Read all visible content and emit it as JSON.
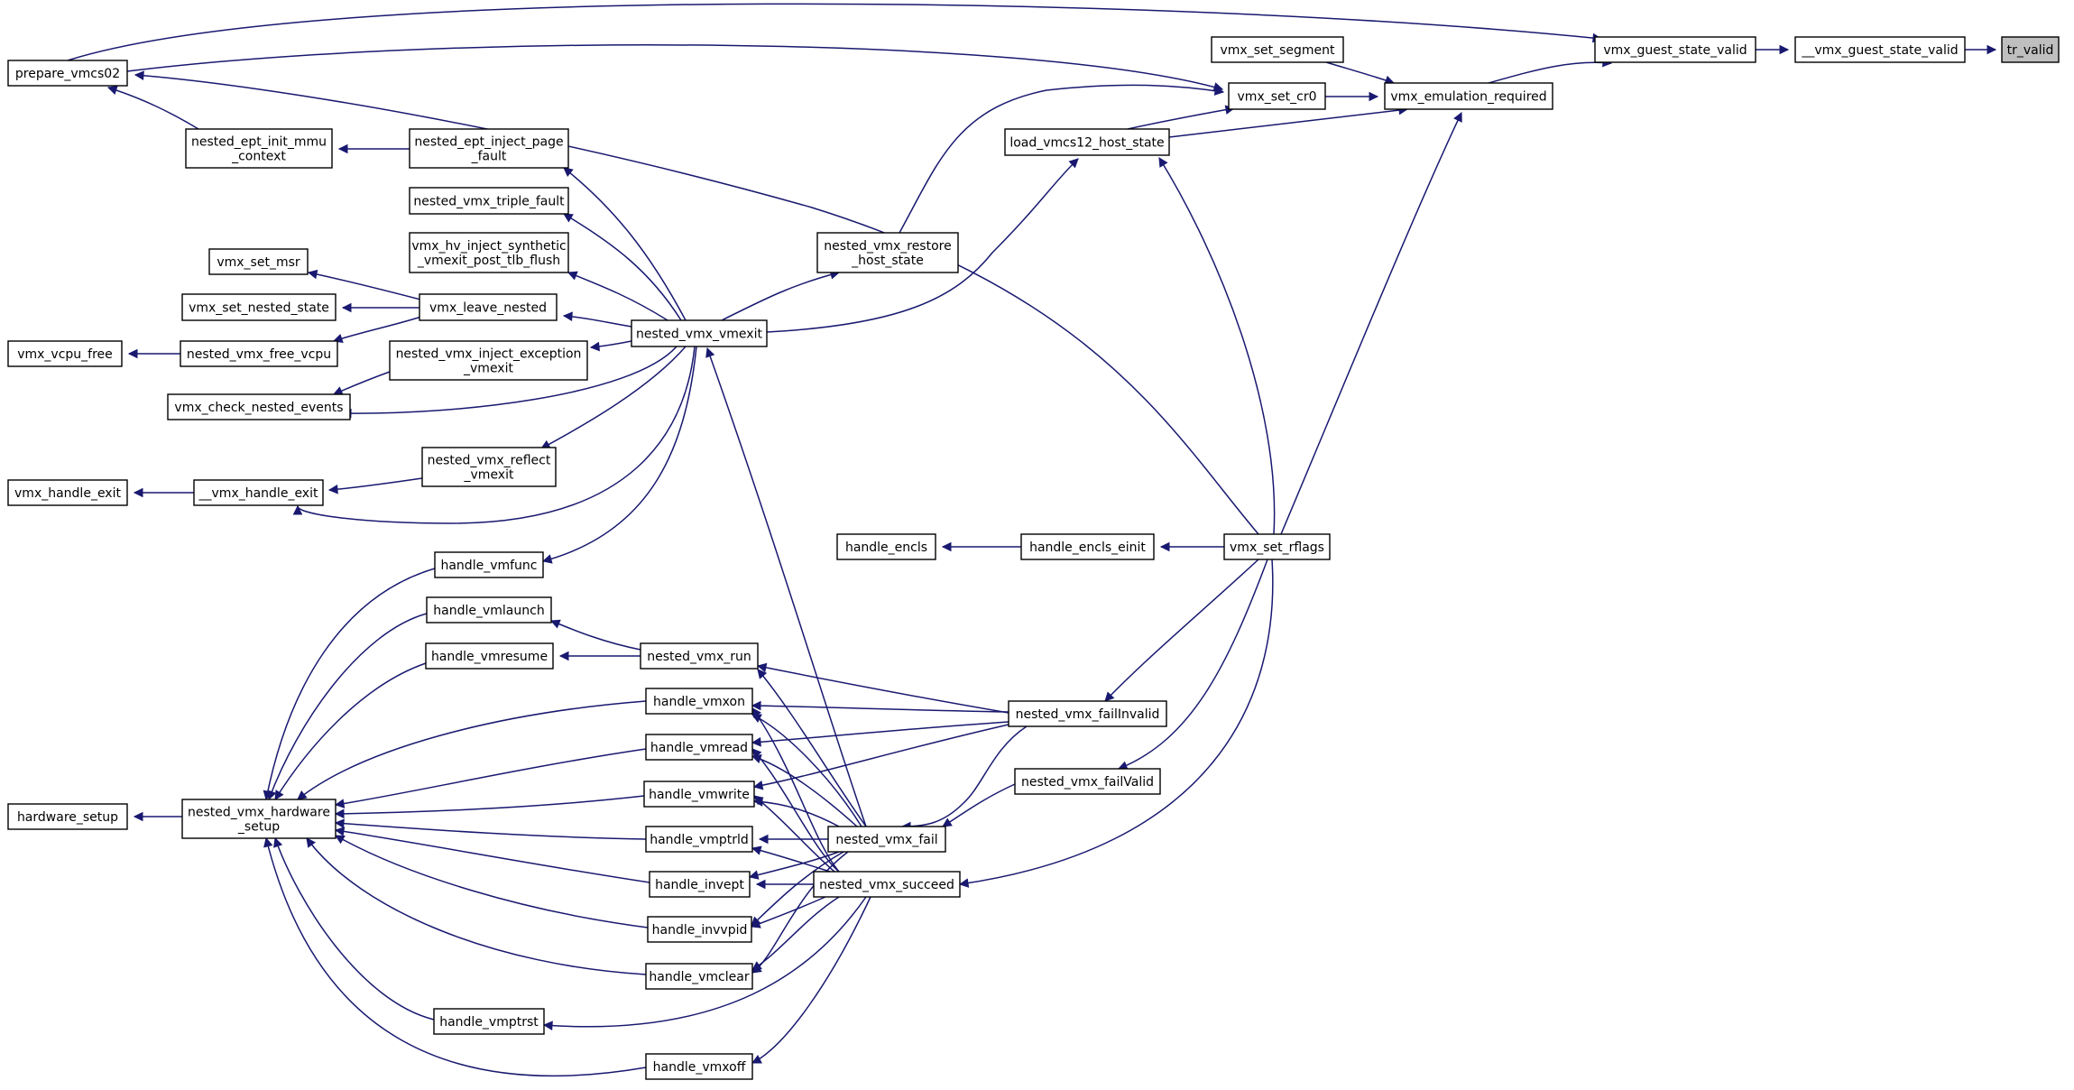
{
  "graph": {
    "title": "",
    "colors": {
      "edge": "#191970",
      "node_border": "#000000",
      "node_fill": "#ffffff",
      "highlight_fill": "#bfbfbf"
    },
    "nodes": [
      {
        "id": "tr_valid",
        "lines": [
          "tr_valid"
        ],
        "highlight": true
      },
      {
        "id": "__vmx_guest_state_valid",
        "lines": [
          "__vmx_guest_state_valid"
        ]
      },
      {
        "id": "vmx_guest_state_valid",
        "lines": [
          "vmx_guest_state_valid"
        ]
      },
      {
        "id": "prepare_vmcs02",
        "lines": [
          "prepare_vmcs02"
        ]
      },
      {
        "id": "vmx_emulation_required",
        "lines": [
          "vmx_emulation_required"
        ]
      },
      {
        "id": "vmx_set_segment",
        "lines": [
          "vmx_set_segment"
        ]
      },
      {
        "id": "vmx_set_cr0",
        "lines": [
          "vmx_set_cr0"
        ]
      },
      {
        "id": "load_vmcs12_host_state",
        "lines": [
          "load_vmcs12_host_state"
        ]
      },
      {
        "id": "nested_ept_init_mmu_context",
        "lines": [
          "nested_ept_init_mmu",
          "_context"
        ]
      },
      {
        "id": "nested_ept_inject_page_fault",
        "lines": [
          "nested_ept_inject_page",
          "_fault"
        ]
      },
      {
        "id": "nested_vmx_triple_fault",
        "lines": [
          "nested_vmx_triple_fault"
        ]
      },
      {
        "id": "vmx_hv_inject_synthetic_vmexit_post_tlb_flush",
        "lines": [
          "vmx_hv_inject_synthetic",
          "_vmexit_post_tlb_flush"
        ]
      },
      {
        "id": "nested_vmx_restore_host_state",
        "lines": [
          "nested_vmx_restore",
          "_host_state"
        ]
      },
      {
        "id": "vmx_set_msr",
        "lines": [
          "vmx_set_msr"
        ]
      },
      {
        "id": "vmx_set_nested_state",
        "lines": [
          "vmx_set_nested_state"
        ]
      },
      {
        "id": "vmx_leave_nested",
        "lines": [
          "vmx_leave_nested"
        ]
      },
      {
        "id": "nested_vmx_vmexit",
        "lines": [
          "nested_vmx_vmexit"
        ]
      },
      {
        "id": "vmx_vcpu_free",
        "lines": [
          "vmx_vcpu_free"
        ]
      },
      {
        "id": "nested_vmx_free_vcpu",
        "lines": [
          "nested_vmx_free_vcpu"
        ]
      },
      {
        "id": "nested_vmx_inject_exception_vmexit",
        "lines": [
          "nested_vmx_inject_exception",
          "_vmexit"
        ]
      },
      {
        "id": "vmx_check_nested_events",
        "lines": [
          "vmx_check_nested_events"
        ]
      },
      {
        "id": "nested_vmx_reflect_vmexit",
        "lines": [
          "nested_vmx_reflect",
          "_vmexit"
        ]
      },
      {
        "id": "vmx_handle_exit",
        "lines": [
          "vmx_handle_exit"
        ]
      },
      {
        "id": "__vmx_handle_exit",
        "lines": [
          "__vmx_handle_exit"
        ]
      },
      {
        "id": "handle_encls",
        "lines": [
          "handle_encls"
        ]
      },
      {
        "id": "handle_encls_einit",
        "lines": [
          "handle_encls_einit"
        ]
      },
      {
        "id": "vmx_set_rflags",
        "lines": [
          "vmx_set_rflags"
        ]
      },
      {
        "id": "handle_vmfunc",
        "lines": [
          "handle_vmfunc"
        ]
      },
      {
        "id": "handle_vmlaunch",
        "lines": [
          "handle_vmlaunch"
        ]
      },
      {
        "id": "handle_vmresume",
        "lines": [
          "handle_vmresume"
        ]
      },
      {
        "id": "nested_vmx_run",
        "lines": [
          "nested_vmx_run"
        ]
      },
      {
        "id": "handle_vmxon",
        "lines": [
          "handle_vmxon"
        ]
      },
      {
        "id": "nested_vmx_failInvalid",
        "lines": [
          "nested_vmx_failInvalid"
        ]
      },
      {
        "id": "handle_vmread",
        "lines": [
          "handle_vmread"
        ]
      },
      {
        "id": "nested_vmx_failValid",
        "lines": [
          "nested_vmx_failValid"
        ]
      },
      {
        "id": "hardware_setup",
        "lines": [
          "hardware_setup"
        ]
      },
      {
        "id": "nested_vmx_hardware_setup",
        "lines": [
          "nested_vmx_hardware",
          "_setup"
        ]
      },
      {
        "id": "handle_vmwrite",
        "lines": [
          "handle_vmwrite"
        ]
      },
      {
        "id": "handle_vmptrld",
        "lines": [
          "handle_vmptrld"
        ]
      },
      {
        "id": "nested_vmx_fail",
        "lines": [
          "nested_vmx_fail"
        ]
      },
      {
        "id": "handle_invept",
        "lines": [
          "handle_invept"
        ]
      },
      {
        "id": "nested_vmx_succeed",
        "lines": [
          "nested_vmx_succeed"
        ]
      },
      {
        "id": "handle_invvpid",
        "lines": [
          "handle_invvpid"
        ]
      },
      {
        "id": "handle_vmclear",
        "lines": [
          "handle_vmclear"
        ]
      },
      {
        "id": "handle_vmptrst",
        "lines": [
          "handle_vmptrst"
        ]
      },
      {
        "id": "handle_vmxoff",
        "lines": [
          "handle_vmxoff"
        ]
      }
    ],
    "edges": [
      [
        "__vmx_guest_state_valid",
        "tr_valid"
      ],
      [
        "vmx_guest_state_valid",
        "__vmx_guest_state_valid"
      ],
      [
        "prepare_vmcs02",
        "vmx_guest_state_valid"
      ],
      [
        "vmx_emulation_required",
        "vmx_guest_state_valid"
      ],
      [
        "vmx_set_segment",
        "vmx_emulation_required"
      ],
      [
        "vmx_set_cr0",
        "vmx_emulation_required"
      ],
      [
        "load_vmcs12_host_state",
        "vmx_emulation_required"
      ],
      [
        "vmx_set_rflags",
        "vmx_emulation_required"
      ],
      [
        "prepare_vmcs02",
        "vmx_set_cr0"
      ],
      [
        "load_vmcs12_host_state",
        "vmx_set_cr0"
      ],
      [
        "nested_vmx_restore_host_state",
        "vmx_set_cr0"
      ],
      [
        "nested_ept_init_mmu_context",
        "prepare_vmcs02"
      ],
      [
        "vmx_set_rflags",
        "prepare_vmcs02"
      ],
      [
        "nested_ept_inject_page_fault",
        "nested_ept_init_mmu_context"
      ],
      [
        "nested_vmx_vmexit",
        "load_vmcs12_host_state"
      ],
      [
        "vmx_set_rflags",
        "load_vmcs12_host_state"
      ],
      [
        "nested_vmx_vmexit",
        "nested_vmx_restore_host_state"
      ],
      [
        "nested_vmx_vmexit",
        "nested_ept_inject_page_fault"
      ],
      [
        "nested_vmx_vmexit",
        "nested_vmx_triple_fault"
      ],
      [
        "nested_vmx_vmexit",
        "vmx_hv_inject_synthetic_vmexit_post_tlb_flush"
      ],
      [
        "nested_vmx_vmexit",
        "vmx_leave_nested"
      ],
      [
        "nested_vmx_vmexit",
        "nested_vmx_inject_exception_vmexit"
      ],
      [
        "nested_vmx_vmexit",
        "vmx_check_nested_events"
      ],
      [
        "nested_vmx_vmexit",
        "nested_vmx_reflect_vmexit"
      ],
      [
        "nested_vmx_vmexit",
        "__vmx_handle_exit"
      ],
      [
        "nested_vmx_vmexit",
        "handle_vmfunc"
      ],
      [
        "vmx_leave_nested",
        "vmx_set_msr"
      ],
      [
        "vmx_leave_nested",
        "vmx_set_nested_state"
      ],
      [
        "vmx_leave_nested",
        "nested_vmx_free_vcpu"
      ],
      [
        "nested_vmx_free_vcpu",
        "vmx_vcpu_free"
      ],
      [
        "nested_vmx_inject_exception_vmexit",
        "vmx_check_nested_events"
      ],
      [
        "nested_vmx_reflect_vmexit",
        "__vmx_handle_exit"
      ],
      [
        "__vmx_handle_exit",
        "vmx_handle_exit"
      ],
      [
        "handle_encls_einit",
        "handle_encls"
      ],
      [
        "vmx_set_rflags",
        "handle_encls_einit"
      ],
      [
        "vmx_set_rflags",
        "nested_vmx_failInvalid"
      ],
      [
        "vmx_set_rflags",
        "nested_vmx_failValid"
      ],
      [
        "vmx_set_rflags",
        "nested_vmx_succeed"
      ],
      [
        "nested_vmx_failInvalid",
        "nested_vmx_run"
      ],
      [
        "nested_vmx_failInvalid",
        "handle_vmxon"
      ],
      [
        "nested_vmx_failInvalid",
        "handle_vmread"
      ],
      [
        "nested_vmx_failInvalid",
        "handle_vmwrite"
      ],
      [
        "nested_vmx_failInvalid",
        "nested_vmx_fail"
      ],
      [
        "nested_vmx_failValid",
        "nested_vmx_fail"
      ],
      [
        "nested_vmx_fail",
        "nested_vmx_vmexit"
      ],
      [
        "nested_vmx_fail",
        "nested_vmx_run"
      ],
      [
        "nested_vmx_fail",
        "handle_vmxon"
      ],
      [
        "nested_vmx_fail",
        "handle_vmread"
      ],
      [
        "nested_vmx_fail",
        "handle_vmwrite"
      ],
      [
        "nested_vmx_fail",
        "handle_vmptrld"
      ],
      [
        "nested_vmx_fail",
        "handle_invept"
      ],
      [
        "nested_vmx_fail",
        "handle_invvpid"
      ],
      [
        "nested_vmx_fail",
        "handle_vmclear"
      ],
      [
        "nested_vmx_succeed",
        "handle_vmxon"
      ],
      [
        "nested_vmx_succeed",
        "handle_vmread"
      ],
      [
        "nested_vmx_succeed",
        "handle_vmwrite"
      ],
      [
        "nested_vmx_succeed",
        "handle_vmptrld"
      ],
      [
        "nested_vmx_succeed",
        "handle_invept"
      ],
      [
        "nested_vmx_succeed",
        "handle_invvpid"
      ],
      [
        "nested_vmx_succeed",
        "handle_vmclear"
      ],
      [
        "nested_vmx_succeed",
        "handle_vmptrst"
      ],
      [
        "nested_vmx_succeed",
        "handle_vmxoff"
      ],
      [
        "nested_vmx_run",
        "handle_vmlaunch"
      ],
      [
        "nested_vmx_run",
        "handle_vmresume"
      ],
      [
        "handle_vmfunc",
        "nested_vmx_hardware_setup"
      ],
      [
        "handle_vmlaunch",
        "nested_vmx_hardware_setup"
      ],
      [
        "handle_vmresume",
        "nested_vmx_hardware_setup"
      ],
      [
        "handle_vmxon",
        "nested_vmx_hardware_setup"
      ],
      [
        "handle_vmread",
        "nested_vmx_hardware_setup"
      ],
      [
        "handle_vmwrite",
        "nested_vmx_hardware_setup"
      ],
      [
        "handle_vmptrld",
        "nested_vmx_hardware_setup"
      ],
      [
        "handle_invept",
        "nested_vmx_hardware_setup"
      ],
      [
        "handle_invvpid",
        "nested_vmx_hardware_setup"
      ],
      [
        "handle_vmclear",
        "nested_vmx_hardware_setup"
      ],
      [
        "handle_vmptrst",
        "nested_vmx_hardware_setup"
      ],
      [
        "handle_vmxoff",
        "nested_vmx_hardware_setup"
      ],
      [
        "nested_vmx_hardware_setup",
        "hardware_setup"
      ]
    ]
  }
}
